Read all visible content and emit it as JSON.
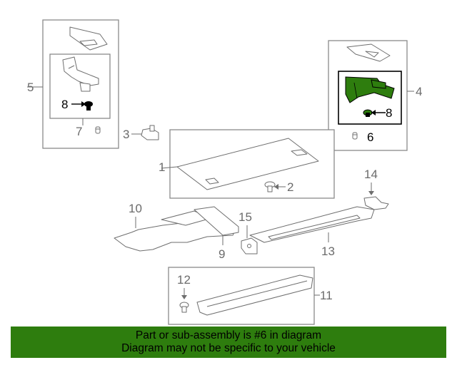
{
  "callouts": {
    "c1": "1",
    "c2": "2",
    "c3": "3",
    "c4": "4",
    "c5": "5",
    "c6": "6",
    "c7": "7",
    "c8a": "8",
    "c8b": "8",
    "c9": "9",
    "c10": "10",
    "c11": "11",
    "c12": "12",
    "c13": "13",
    "c14": "14",
    "c15": "15"
  },
  "highlight": {
    "part_number": "6",
    "color": "#2e7d0e"
  },
  "banner": {
    "line1": "Part or sub-assembly is #6 in diagram",
    "line2": "Diagram may not be specific to your vehicle",
    "color": "#2e7d0e"
  }
}
